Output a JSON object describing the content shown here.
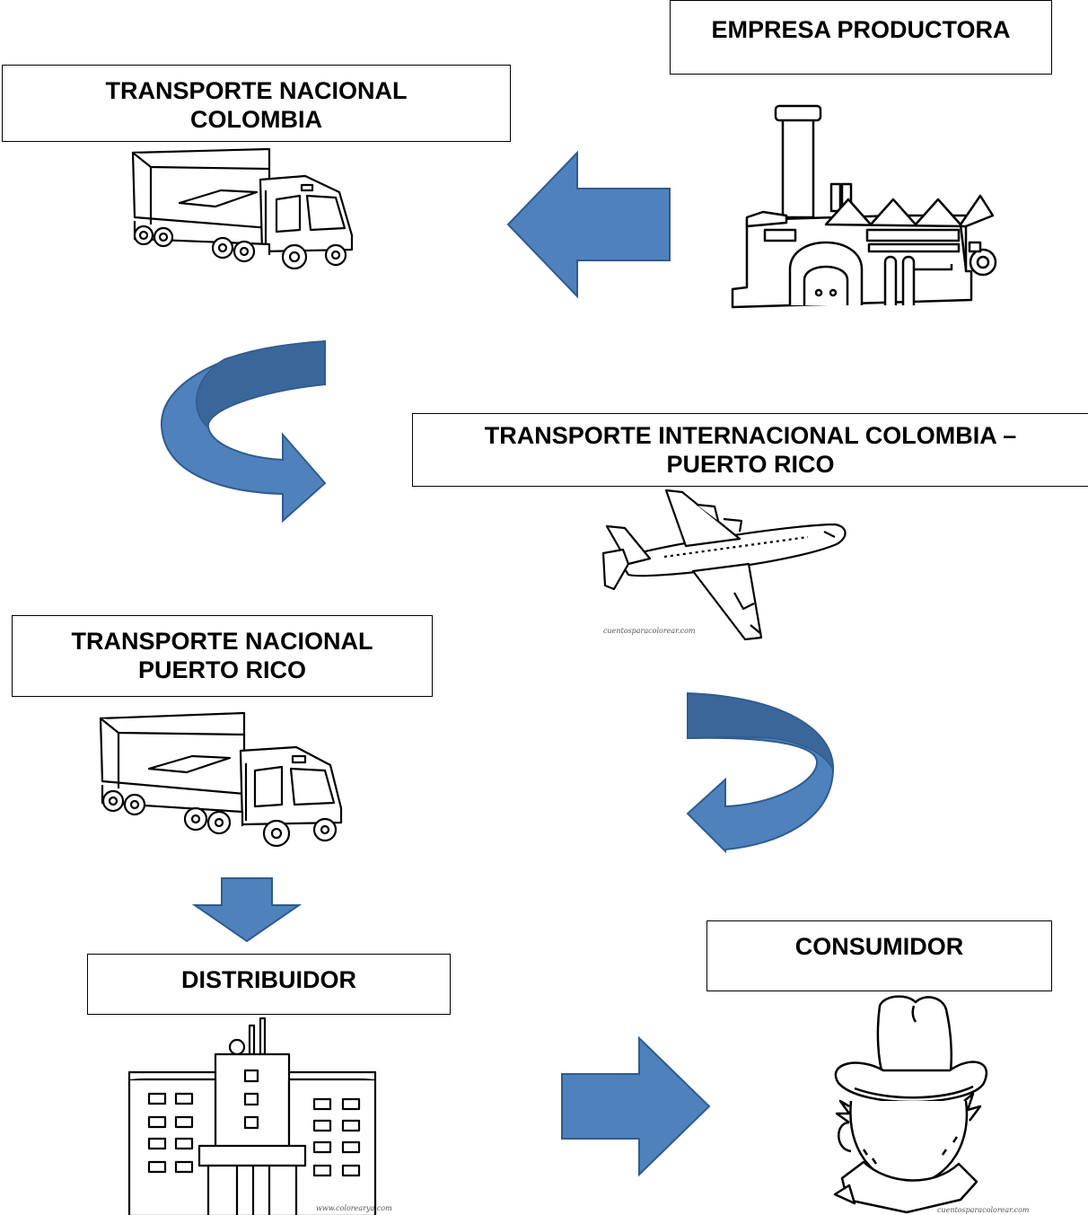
{
  "nodes": {
    "productor": {
      "lines": [
        "EMPRESA PRODUCTORA"
      ]
    },
    "nacional_colombia": {
      "lines": [
        "TRANSPORTE NACIONAL",
        "COLOMBIA"
      ]
    },
    "internacional": {
      "lines": [
        "TRANSPORTE INTERNACIONAL COLOMBIA –",
        "PUERTO RICO"
      ]
    },
    "nacional_pr": {
      "lines": [
        "TRANSPORTE NACIONAL",
        "PUERTO RICO"
      ]
    },
    "distribuidor": {
      "lines": [
        "DISTRIBUIDOR"
      ]
    },
    "consumidor": {
      "lines": [
        "CONSUMIDOR"
      ]
    }
  },
  "watermarks": {
    "plane": "cuentosparacolorear.com",
    "building": "www.colorearya.com",
    "consumer": "cuentosparacolorear.com"
  },
  "icons": [
    "factory-icon",
    "truck-icon",
    "airplane-icon",
    "building-icon",
    "cowboy-icon"
  ],
  "colors": {
    "arrow_fill": "#4f81bd",
    "arrow_stroke": "#2f5b8f",
    "arrow_dark": "#3a6699",
    "line": "#000000"
  }
}
